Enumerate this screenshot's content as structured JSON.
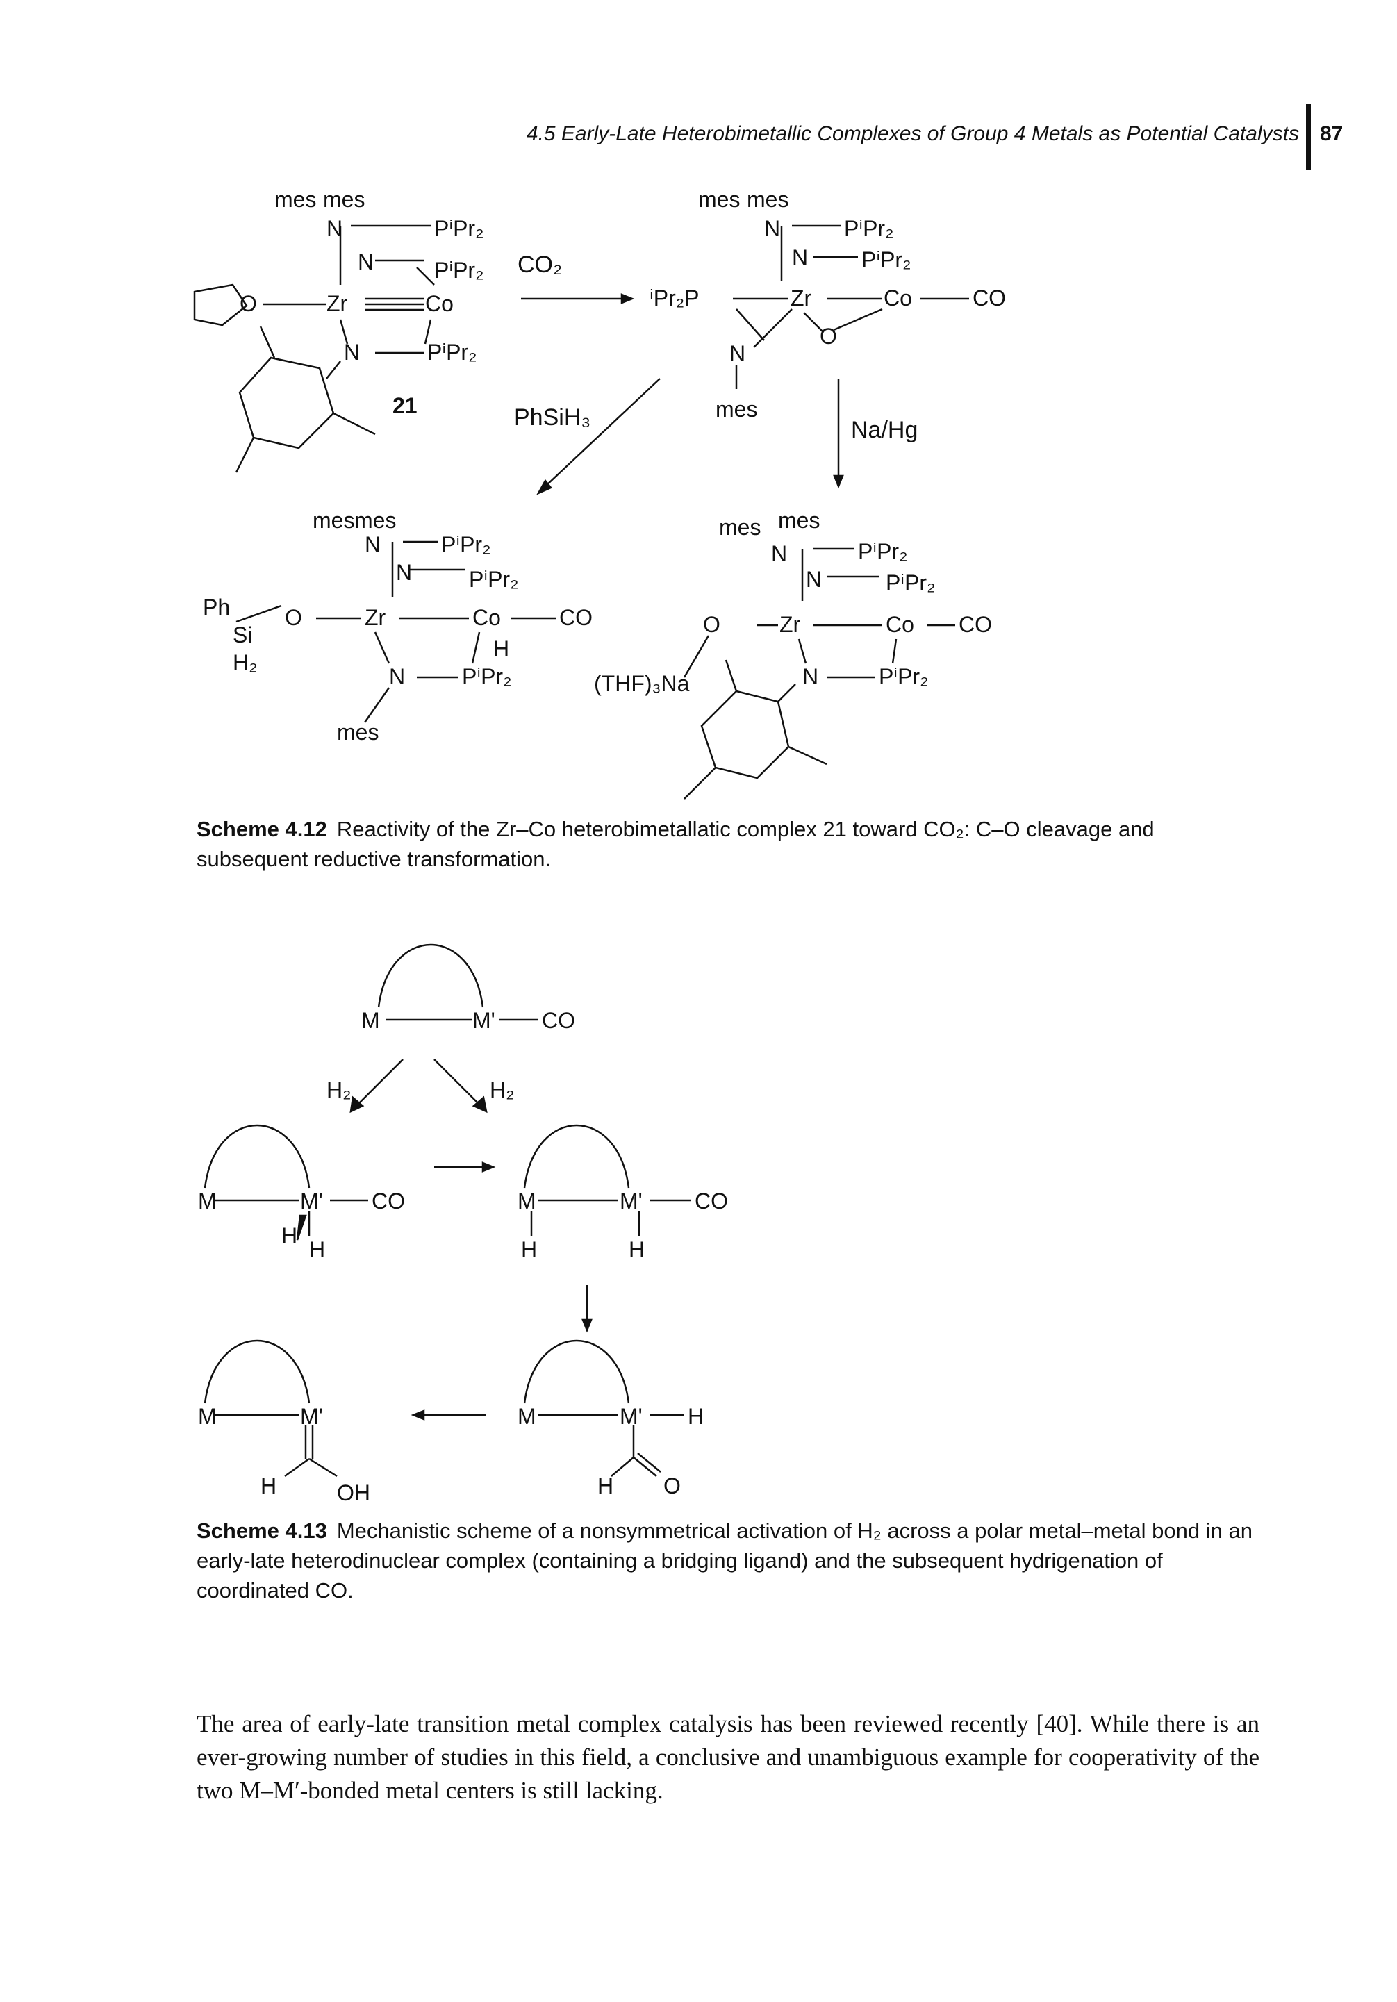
{
  "header": {
    "running_title": "4.5  Early-Late Heterobimetallic Complexes of Group 4 Metals as Potential Catalysts",
    "page_number": "87"
  },
  "scheme_4_12": {
    "compound_number": "21",
    "reagent_co2": "CO₂",
    "reagent_phsih3": "PhSiH₃",
    "reagent_nahg": "Na/Hg",
    "caption_label": "Scheme 4.12",
    "caption_text": "Reactivity of the Zr–Co heterobimetallatic complex 21 toward CO₂: C–O cleavage and subsequent reductive transformation."
  },
  "scheme_4_13": {
    "h2_left": "H₂",
    "h2_right": "H₂",
    "caption_label": "Scheme 4.13",
    "caption_text": "Mechanistic scheme of a nonsymmetrical activation of H₂ across a polar metal–metal bond in an early-late heterodinuclear complex (containing a bridging ligand) and the subsequent hydrigenation of coordinated CO."
  },
  "body_paragraph": "The area of early-late transition metal complex catalysis has been reviewed recently [40]. While there is an ever-growing number of studies in this field, a conclusive and unambiguous example for cooperativity of the two M–M′-bonded metal centers is still lacking."
}
